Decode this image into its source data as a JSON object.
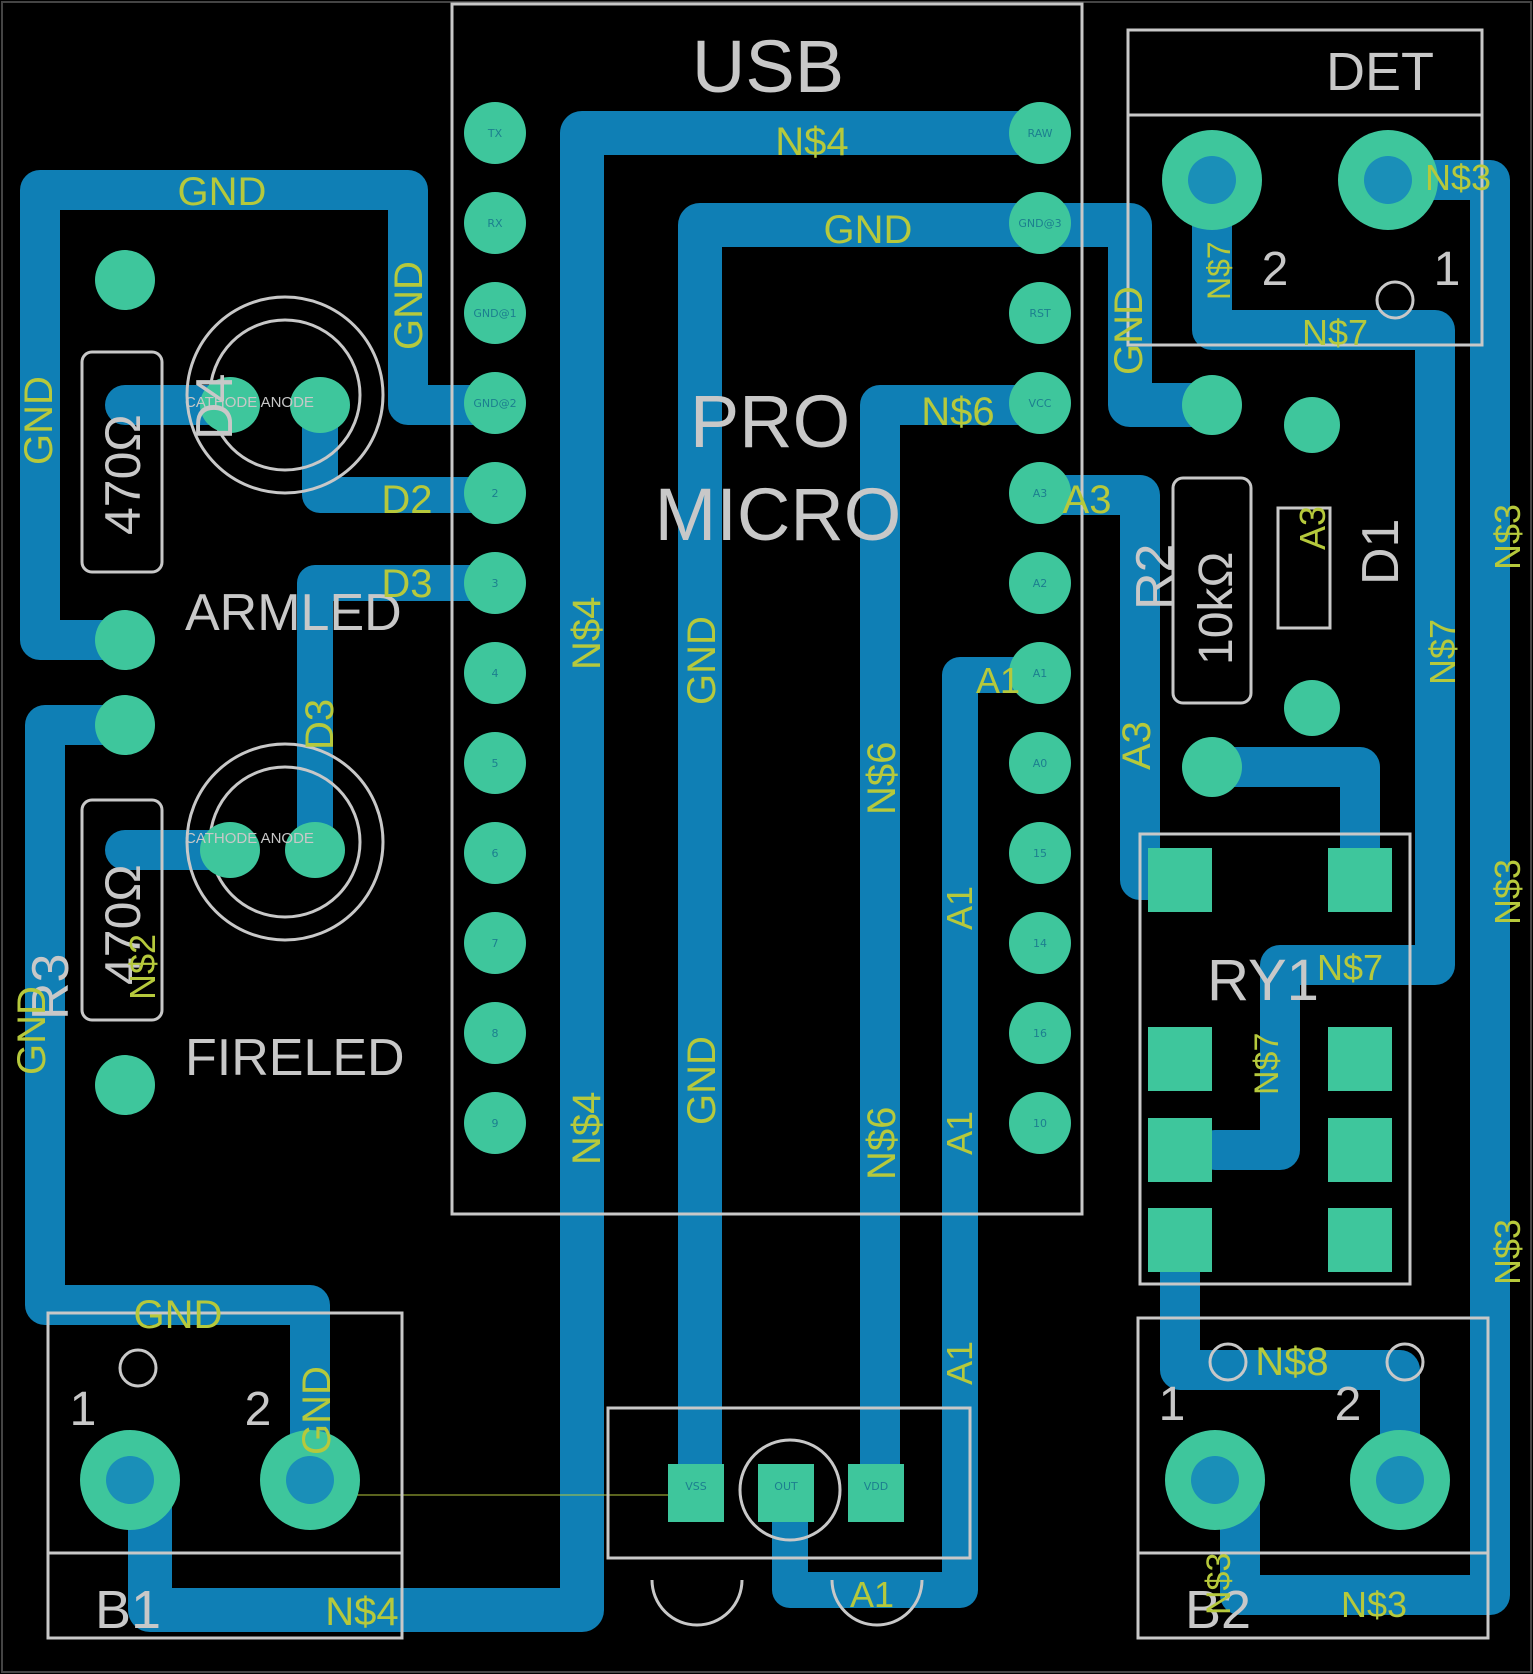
{
  "labels": {
    "usb": "USB",
    "pro": "PRO",
    "micro": "MICRO",
    "det": "DET",
    "armled": "ARMLED",
    "fireled": "FIRELED",
    "r2": "R2",
    "r3": "R3",
    "d1": "D1",
    "d4": "D4",
    "ry1": "RY1",
    "b1": "B1",
    "b2": "B2",
    "ohm470a": "470Ω",
    "ohm470b": "470Ω",
    "ohm10k": "10kΩ",
    "pin1": "1",
    "pin2": "2",
    "cathode_anode": "CATHODE ANODE"
  },
  "nets": {
    "gnd": "GND",
    "n4": "N$4",
    "n3": "N$3",
    "n6": "N$6",
    "n7": "N$7",
    "n8": "N$8",
    "d2": "D2",
    "d3": "D3",
    "a1": "A1",
    "a3": "A3",
    "n2": "N$2"
  },
  "pins": {
    "left": [
      "TX",
      "RX",
      "GND@1",
      "GND@2",
      "2",
      "3",
      "4",
      "5",
      "6",
      "7",
      "8",
      "9"
    ],
    "right": [
      "RAW",
      "GND@3",
      "RST",
      "VCC",
      "A3",
      "A2",
      "A1",
      "A0",
      "15",
      "14",
      "16",
      "10"
    ],
    "sensor": [
      "VSS",
      "OUT",
      "VDD"
    ]
  },
  "colors": {
    "board": "#000000",
    "trace": "#0f7fb5",
    "pad": "#3ec69c",
    "silkscreen": "#c8c8c8",
    "net_label": "#b6c93c"
  }
}
